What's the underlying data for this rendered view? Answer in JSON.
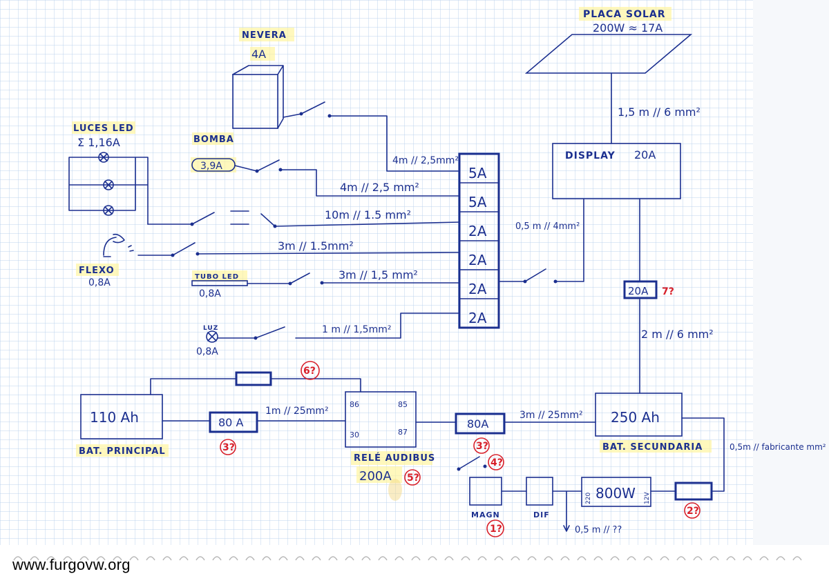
{
  "loads": {
    "nevera": {
      "name": "NEVERA",
      "current": "4A"
    },
    "bomba": {
      "name": "BOMBA",
      "current": "3,9A"
    },
    "luces": {
      "name": "LUCES LED",
      "current": "Σ 1,16A"
    },
    "flexo": {
      "name": "FLEXO",
      "current": "0,8A"
    },
    "tubo": {
      "name": "TUBO LED",
      "current": "0,8A"
    },
    "luz": {
      "name": "LUZ",
      "current": "0,8A"
    }
  },
  "fuse_box": {
    "fuses": [
      "5A",
      "5A",
      "2A",
      "2A",
      "2A",
      "2A"
    ]
  },
  "cables": {
    "nevera": "4m // 2,5mm²",
    "bomba": "4m // 2,5 mm²",
    "luces": "10m // 1.5 mm²",
    "flexo": "3m // 1.5mm²",
    "tubo": "3m // 1,5 mm²",
    "luz": "1 m // 1,5mm²",
    "panel": "1,5 m // 6 mm²",
    "display_fusebox": "0,5 m // 4mm²",
    "reg_battery": "2 m // 6 mm²",
    "main_rele": "1m // 25mm²",
    "rele_aux": "3m // 25mm²",
    "aux_inverter": "0,5m // fabricante mm²",
    "dif_out": "0,5 m // ??"
  },
  "solar": {
    "name": "PLACA SOLAR",
    "rating": "200W ≈ 17A"
  },
  "display": {
    "name": "DISPLAY",
    "rating": "20A"
  },
  "display_fuse": {
    "rating": "20A",
    "question": "7?"
  },
  "battery_main": {
    "capacity": "110 Ah",
    "name": "BAT. PRINCIPAL"
  },
  "battery_aux": {
    "capacity": "250 Ah",
    "name": "BAT. SECUNDARIA"
  },
  "fuse_main": {
    "rating": "80 A",
    "question": "3?"
  },
  "fuse_aux": {
    "rating": "80A",
    "question": "3?"
  },
  "fuse_top": {
    "question": "6?"
  },
  "rele": {
    "name": "RELÉ AUDIBUS",
    "rating": "200A",
    "question": "5?",
    "pins": [
      "86",
      "85",
      "30",
      "87"
    ]
  },
  "switch_4": {
    "question": "4?"
  },
  "inverter": {
    "rating": "800W",
    "in": "12V",
    "out": "220",
    "question": "2?"
  },
  "magn": {
    "name": "MAGN",
    "question": "1?"
  },
  "dif": {
    "name": "DIF"
  },
  "watermark": "www.furgovw.org",
  "colors": {
    "ink": "#1b2f8f",
    "red": "#d8202a",
    "grid": "#bcd3ee",
    "highlight": "#fff59a"
  }
}
